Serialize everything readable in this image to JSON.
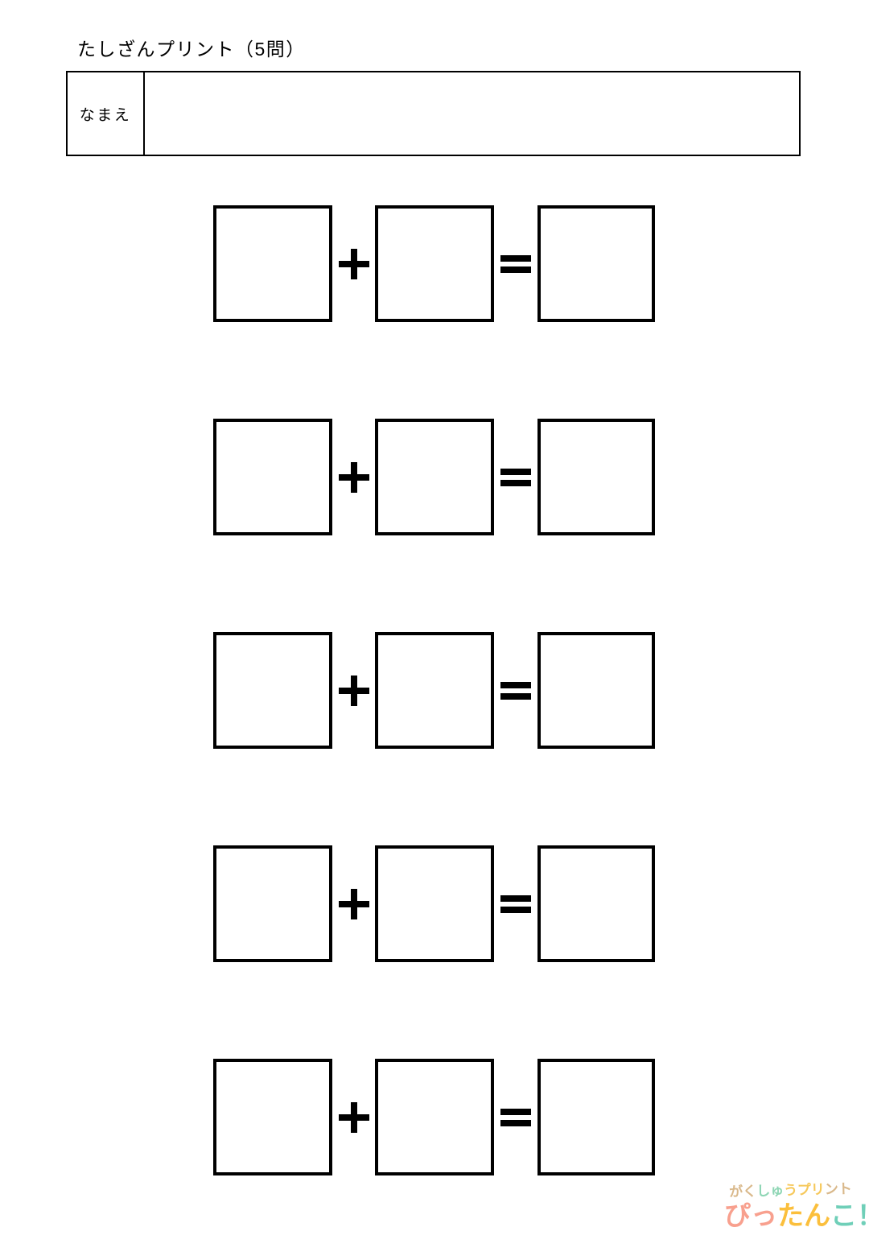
{
  "page": {
    "title": "たしざんプリント（5問）",
    "background_color": "#ffffff",
    "ink_color": "#000000"
  },
  "name_field": {
    "label": "なまえ",
    "value": "",
    "placeholder": ""
  },
  "operators": {
    "plus": "+",
    "equals": "="
  },
  "problems": [
    {
      "index": "1",
      "operand_a": "",
      "operator": "+",
      "operand_b": "",
      "equals": "=",
      "answer": ""
    },
    {
      "index": "2",
      "operand_a": "",
      "operator": "+",
      "operand_b": "",
      "equals": "=",
      "answer": ""
    },
    {
      "index": "3",
      "operand_a": "",
      "operator": "+",
      "operand_b": "",
      "equals": "=",
      "answer": ""
    },
    {
      "index": "4",
      "operand_a": "",
      "operator": "+",
      "operand_b": "",
      "equals": "=",
      "answer": ""
    },
    {
      "index": "5",
      "operand_a": "",
      "operator": "+",
      "operand_b": "",
      "equals": "=",
      "answer": ""
    }
  ],
  "brand": {
    "top_line": "がくしゅうプリント",
    "top_parts": [
      "がく",
      "しゅ",
      "うプリ",
      "ント"
    ],
    "bottom_line": "ぴったんこ！",
    "bottom_parts": [
      "ぴっ",
      "たん",
      "こ！"
    ],
    "colors": {
      "tan": "#d9b88a",
      "mint": "#8fd6b5",
      "yellow": "#f6c85a",
      "salmon": "#f8a08e",
      "amber": "#fbbf3c",
      "teal": "#6fcfb8"
    }
  }
}
